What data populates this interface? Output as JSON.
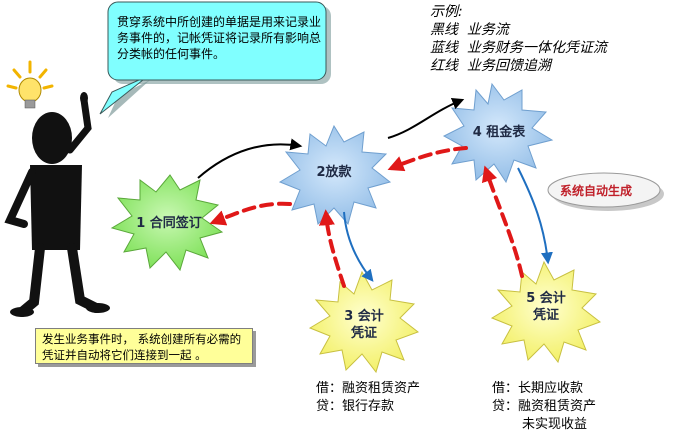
{
  "callout": {
    "text": "贯穿系统中所创建的单据是用来记录业务事件的，记帐凭证将记录所有影响总分类帐的任何事件。"
  },
  "legend": {
    "title": "示例:",
    "lines": [
      "黑线  业务流",
      "蓝线  业务财务一体化凭证流",
      "红线  业务回馈追溯"
    ]
  },
  "note": {
    "text": "发生业务事件时， 系统创建所有必需的凭证并自动将它们连接到一起 。"
  },
  "nodes": {
    "n1": "1 合同签订",
    "n2": "2放款",
    "n3_line1": "3 会计",
    "n3_line2": "凭证",
    "n4": "4 租金表",
    "n5_line1": "5 会计",
    "n5_line2": "凭证"
  },
  "system_auto": "系统自动生成",
  "entries": {
    "left": [
      "借：融资租赁资产",
      "贷：银行存款"
    ],
    "right": [
      "借：长期应收款",
      "贷：融资租赁资产",
      "未实现收益"
    ]
  },
  "colors": {
    "callout_fill": "#80ffff",
    "node_blue": "#9fc8ee",
    "node_green": "#9bee7a",
    "node_yellow": "#ffff80",
    "red_dash": "#e01818",
    "blue_flow": "#1f6fc0",
    "black_flow": "#000000",
    "note_fill": "#ffff99"
  }
}
